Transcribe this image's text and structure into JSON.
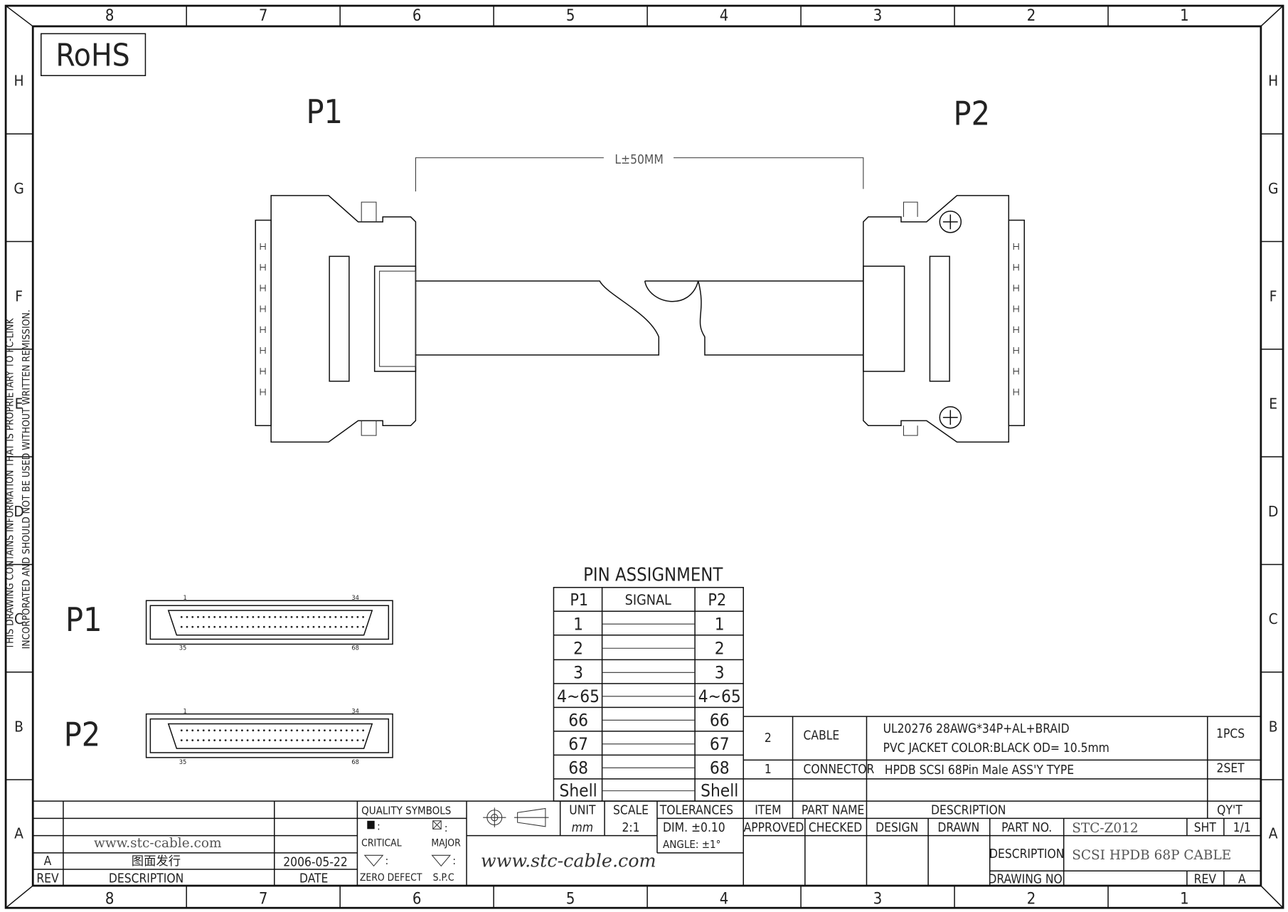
{
  "frame": {
    "columns": [
      "8",
      "7",
      "6",
      "5",
      "4",
      "3",
      "2",
      "1"
    ],
    "rows": [
      "H",
      "G",
      "F",
      "E",
      "D",
      "C",
      "B",
      "A"
    ],
    "side_note_1": "THIS DRAWING CONTAINS INFORMATION THAT IS PROPRIETARY TO FC-LINK",
    "side_note_2": "INCORPORATED AND SHOULD NOT BE USED WITHOUT WRITTEN REMISSION."
  },
  "rohs": "RoHS",
  "drawing": {
    "p1_label": "P1",
    "p2_label": "P2",
    "length_dim": "L±50MM",
    "face_p1": {
      "label": "P1",
      "pin_tl": "1",
      "pin_tr": "34",
      "pin_bl": "35",
      "pin_br": "68"
    },
    "face_p2": {
      "label": "P2",
      "pin_tl": "1",
      "pin_tr": "34",
      "pin_bl": "35",
      "pin_br": "68"
    }
  },
  "pin_assignment": {
    "title": "PIN ASSIGNMENT",
    "headers": [
      "P1",
      "SIGNAL",
      "P2"
    ],
    "rows": [
      [
        "1",
        "1"
      ],
      [
        "2",
        "2"
      ],
      [
        "3",
        "3"
      ],
      [
        "4~65",
        "4~65"
      ],
      [
        "66",
        "66"
      ],
      [
        "67",
        "67"
      ],
      [
        "68",
        "68"
      ],
      [
        "Shell",
        "Shell"
      ]
    ]
  },
  "bom": {
    "items": [
      {
        "item": "2",
        "part_name": "CABLE",
        "desc1": "UL20276  28AWG*34P+AL+BRAID",
        "desc2": "PVC  JACKET  COLOR:BLACK  OD=  10.5mm",
        "qty": "1PCS"
      },
      {
        "item": "1",
        "part_name": "CONNECTOR",
        "desc1": "HPDB  SCSI  68Pin  Male  ASS'Y  TYPE",
        "qty": "2SET"
      }
    ],
    "headers": {
      "item": "ITEM",
      "part_name": "PART  NAME",
      "description": "DESCRIPTION",
      "qty": "QY'T"
    }
  },
  "title_block": {
    "approved": "APPROVED",
    "checked": "CHECKED",
    "design": "DESIGN",
    "drawn": "DRAWN",
    "part_no_label": "PART  NO.",
    "part_no": "STC-Z012",
    "sht_label": "SHT",
    "sht": "1/1",
    "description_label": "DESCRIPTION",
    "description": "SCSI HPDB 68P CABLE",
    "drawing_no_label": "DRAWING  NO.",
    "rev_label": "REV",
    "rev": "A"
  },
  "revision_block": {
    "website": "www.stc-cable.com",
    "rev": "A",
    "description": "图面发行",
    "date": "2006-05-22",
    "headers": {
      "rev": "REV",
      "description": "DESCRIPTION",
      "date": "DATE"
    }
  },
  "quality": {
    "title": "QUALITY  SYMBOLS",
    "critical": "CRITICAL",
    "major": "MAJOR",
    "zero_defect": "ZERO  DEFECT",
    "spc": "S.P.C",
    "colon": ":"
  },
  "units": {
    "unit_label": "UNIT",
    "unit": "mm",
    "scale_label": "SCALE",
    "scale": "2:1",
    "tolerances_label": "TOLERANCES",
    "dim": "DIM.  ±0.10",
    "angle": "ANGLE:  ±1°",
    "website": "www.stc-cable.com"
  }
}
